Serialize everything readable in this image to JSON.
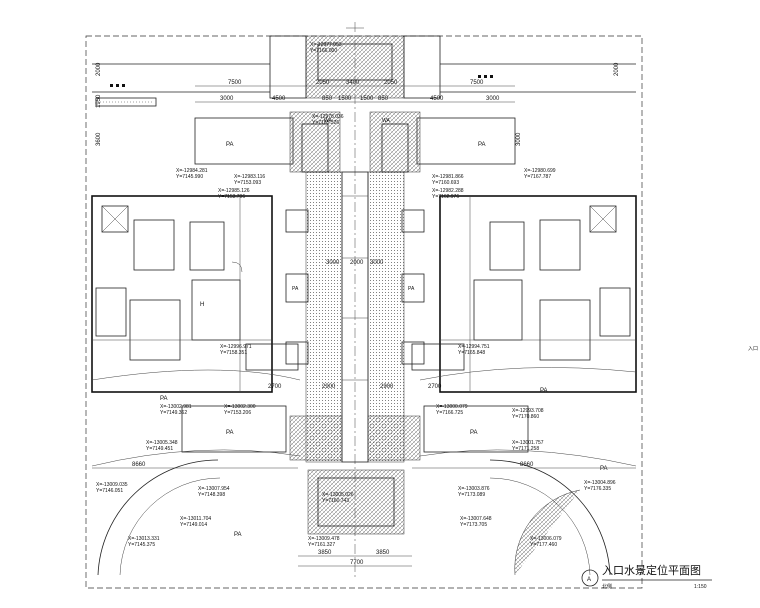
{
  "drawing": {
    "title": "入口水景定位平面图",
    "subtitle": "北侧",
    "scale": "1:150",
    "tag": "A",
    "edge_note": "入口"
  },
  "dims_top": [
    "7500",
    "2050",
    "3400",
    "2050",
    "7500"
  ],
  "dims_row2": [
    "3000",
    "4500",
    "850",
    "1500",
    "1500",
    "850",
    "4500",
    "3000"
  ],
  "dims_mid": [
    "3000",
    "2000",
    "3000"
  ],
  "dims_lower": [
    "2700",
    "2900",
    "2900",
    "2700"
  ],
  "dims_bottom_pair": [
    "3850",
    "3850"
  ],
  "dims_bottom_total": "7700",
  "dims_side": [
    "8660",
    "8660"
  ],
  "left_vertical_dims": [
    "2000",
    "1950",
    "3600"
  ],
  "right_vertical_dims": [
    "2000",
    "3000"
  ],
  "labels": {
    "pa": "PA",
    "wa": "WA"
  },
  "coords": [
    {
      "id": "c1",
      "x": "X=-12977.053",
      "y": "Y=7166.000"
    },
    {
      "id": "c2",
      "x": "X=-12978.036",
      "y": "Y=7165.326"
    },
    {
      "id": "c3",
      "x": "X=-12984.281",
      "y": "Y=7145.990"
    },
    {
      "id": "c4",
      "x": "X=-12983.116",
      "y": "Y=7153.093"
    },
    {
      "id": "c5",
      "x": "X=-12985.126",
      "y": "Y=7153.706"
    },
    {
      "id": "c6",
      "x": "X=-12980.699",
      "y": "Y=7167.787"
    },
    {
      "id": "c7",
      "x": "X=-12981.866",
      "y": "Y=7160.693"
    },
    {
      "id": "c8",
      "x": "X=-12982.288",
      "y": "Y=7162.976"
    },
    {
      "id": "c9",
      "x": "X=-12996.971",
      "y": "Y=7158.351"
    },
    {
      "id": "c10",
      "x": "X=-12994.751",
      "y": "Y=7165.848"
    },
    {
      "id": "c11",
      "x": "X=-13002.981",
      "y": "Y=7149.362"
    },
    {
      "id": "c12",
      "x": "X=-13002.300",
      "y": "Y=7153.206"
    },
    {
      "id": "c13",
      "x": "X=-13000.079",
      "y": "Y=7166.725"
    },
    {
      "id": "c14",
      "x": "X=-12993.708",
      "y": "Y=7170.860"
    },
    {
      "id": "c15",
      "x": "X=-13005.348",
      "y": "Y=7149.451"
    },
    {
      "id": "c16",
      "x": "X=-13001.757",
      "y": "Y=7171.258"
    },
    {
      "id": "c17",
      "x": "X=-13009.035",
      "y": "Y=7146.051"
    },
    {
      "id": "c18",
      "x": "X=-13007.954",
      "y": "Y=7148.398"
    },
    {
      "id": "c19",
      "x": "X=-13005.026",
      "y": "Y=7160.743"
    },
    {
      "id": "c20",
      "x": "X=-13003.876",
      "y": "Y=7173.089"
    },
    {
      "id": "c21",
      "x": "X=-13004.896",
      "y": "Y=7176.335"
    },
    {
      "id": "c22",
      "x": "X=-13011.704",
      "y": "Y=7149.014"
    },
    {
      "id": "c23",
      "x": "X=-13007.648",
      "y": "Y=7173.705"
    },
    {
      "id": "c24",
      "x": "X=-13013.331",
      "y": "Y=7145.375"
    },
    {
      "id": "c25",
      "x": "X=-13009.478",
      "y": "Y=7161.327"
    },
    {
      "id": "c26",
      "x": "X=-13006.079",
      "y": "Y=7177.460"
    }
  ]
}
